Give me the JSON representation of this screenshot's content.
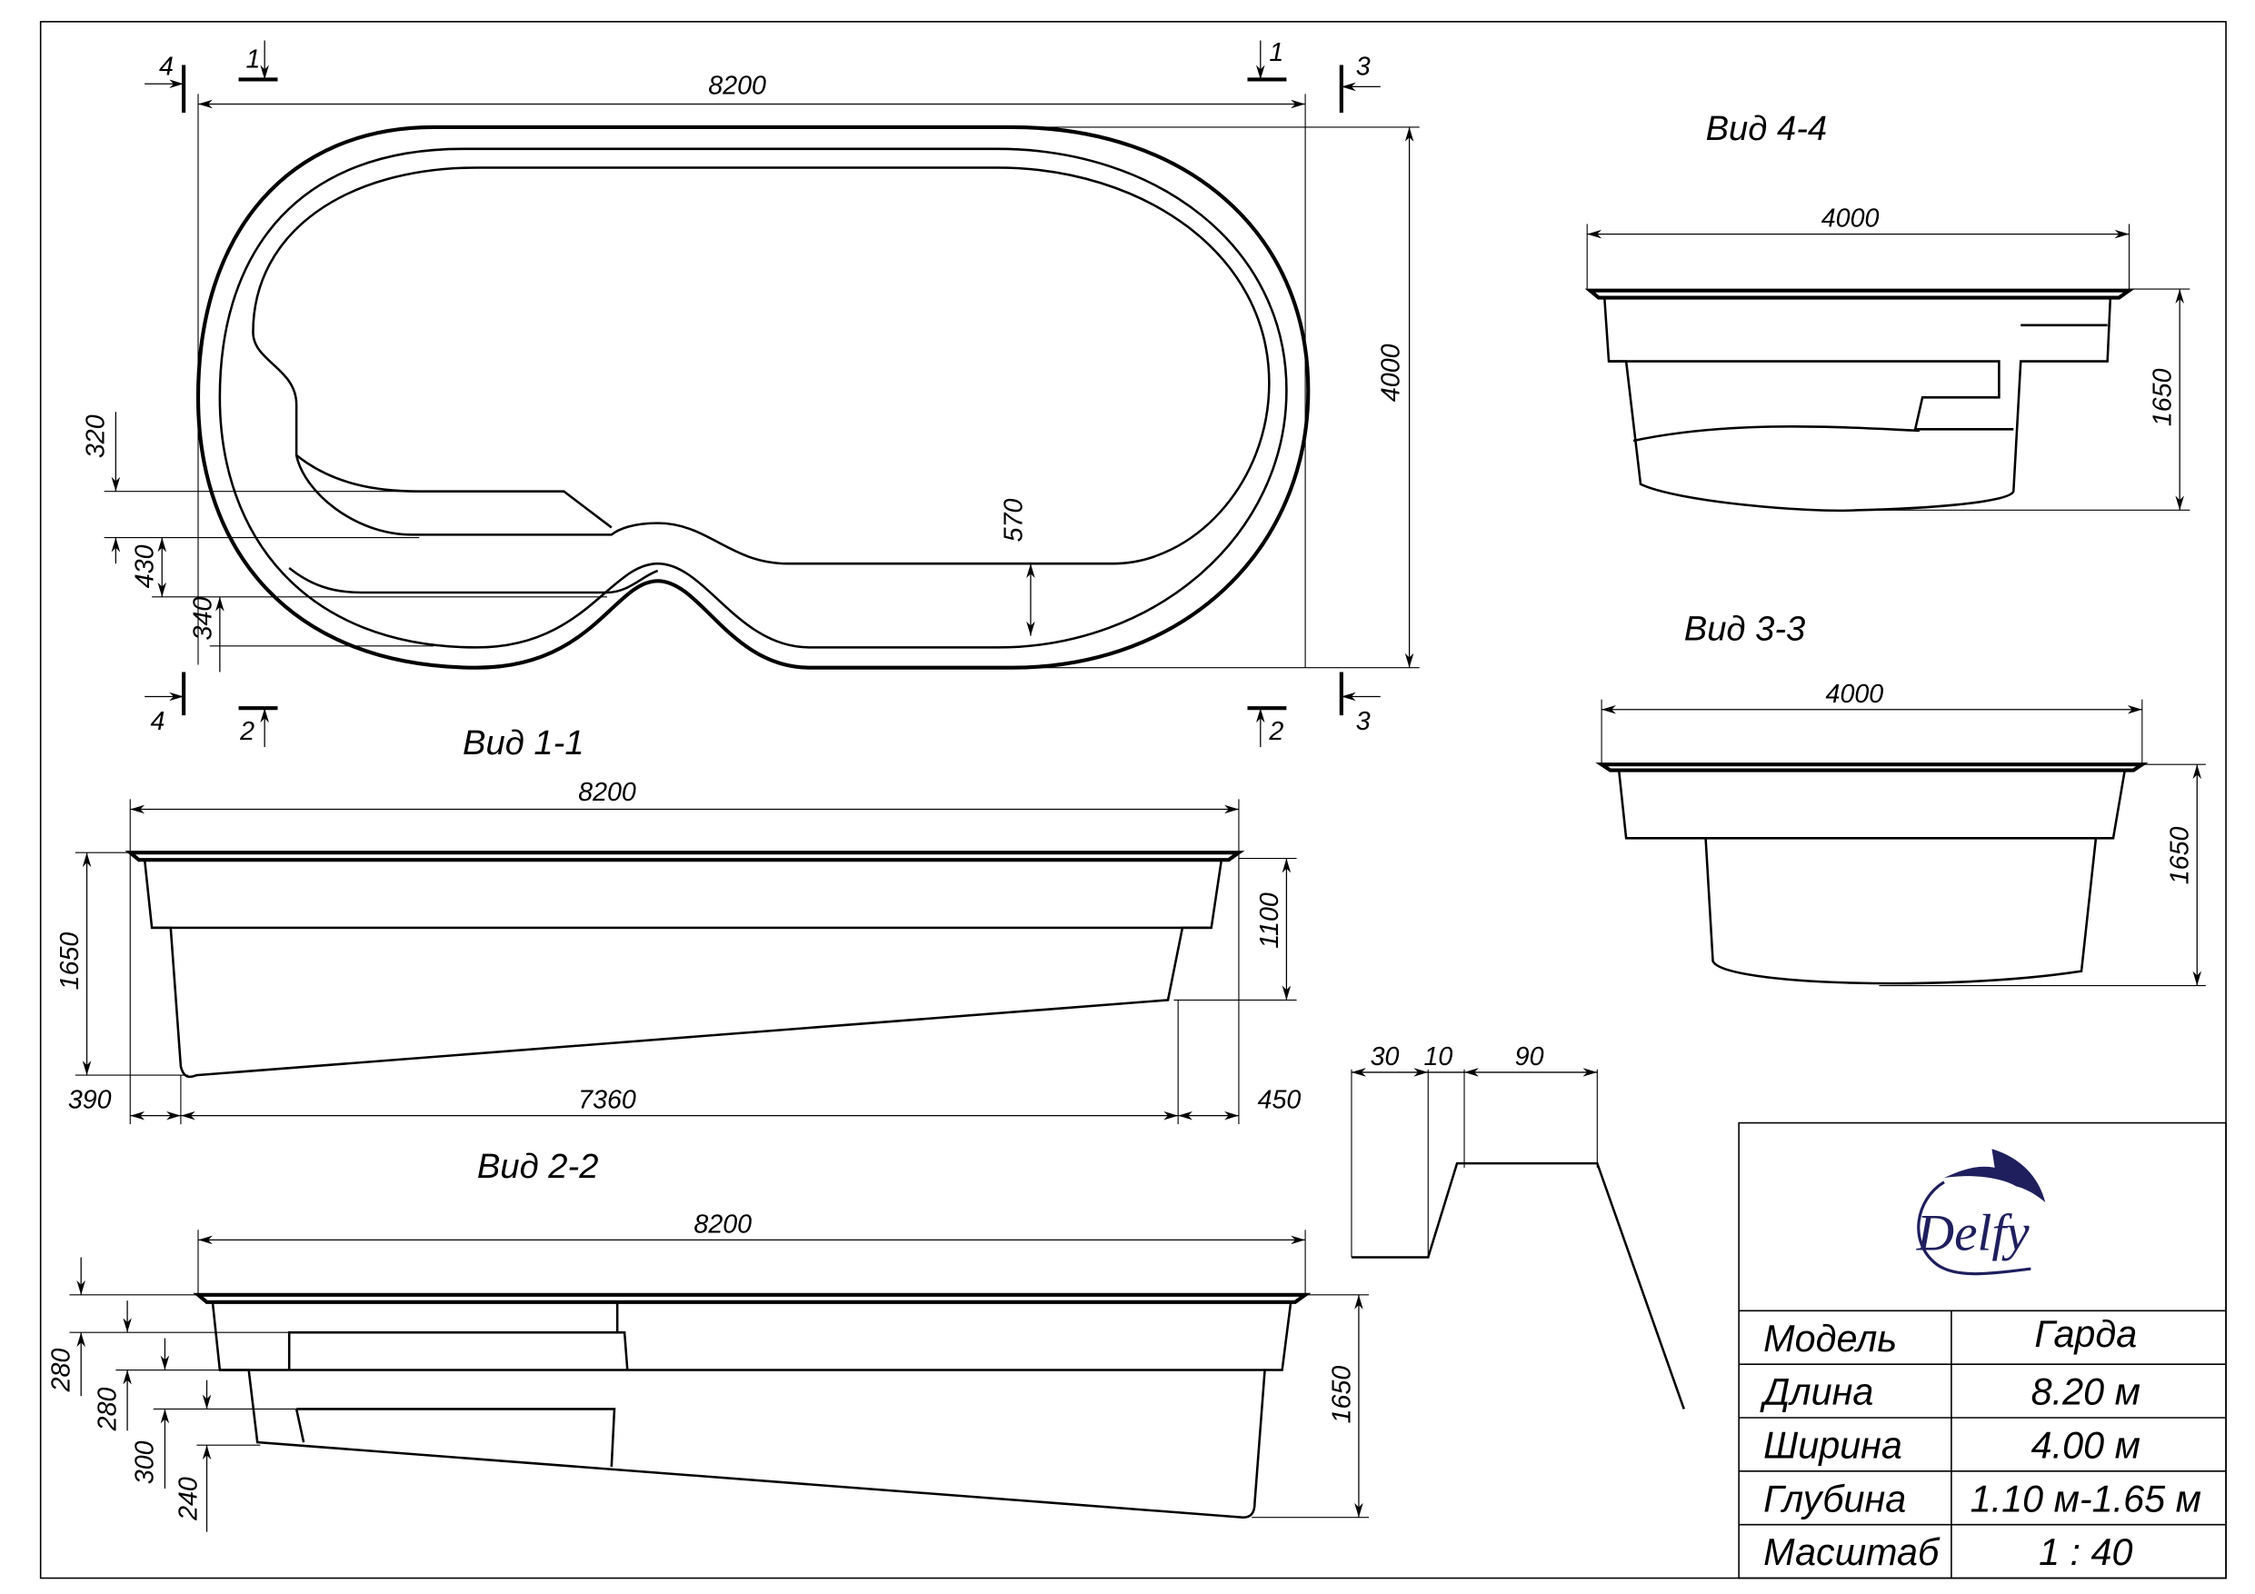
{
  "plan": {
    "length": "8200",
    "width": "4000",
    "dims_left": [
      "320",
      "430",
      "340"
    ],
    "dim_bench": "570",
    "section_marks": {
      "s1": "1",
      "s2": "2",
      "s3": "3",
      "s4": "4"
    }
  },
  "view44": {
    "title": "Вид 4-4",
    "width": "4000",
    "depth": "1650"
  },
  "view33": {
    "title": "Вид 3-3",
    "width": "4000",
    "depth": "1650"
  },
  "view11": {
    "title": "Вид 1-1",
    "length": "8200",
    "depth": "1650",
    "shallow": "1100",
    "left": "390",
    "middle": "7360",
    "right": "450"
  },
  "view22": {
    "title": "Вид 2-2",
    "length": "8200",
    "steps": [
      "280",
      "280",
      "300",
      "240"
    ],
    "depth": "1650"
  },
  "detail": {
    "d1": "30",
    "d2": "10",
    "d3": "90"
  },
  "title_block": {
    "logo_text": "Delfy",
    "rows": [
      {
        "label": "Модель",
        "value": "Гарда"
      },
      {
        "label": "Длина",
        "value": "8.20 м"
      },
      {
        "label": "Ширина",
        "value": "4.00 м"
      },
      {
        "label": "Глубина",
        "value": "1.10 м-1.65 м"
      },
      {
        "label": "Масштаб",
        "value": "1 : 40"
      }
    ]
  },
  "colors": {
    "line": "#000000",
    "logo": "#1f1f5e"
  }
}
